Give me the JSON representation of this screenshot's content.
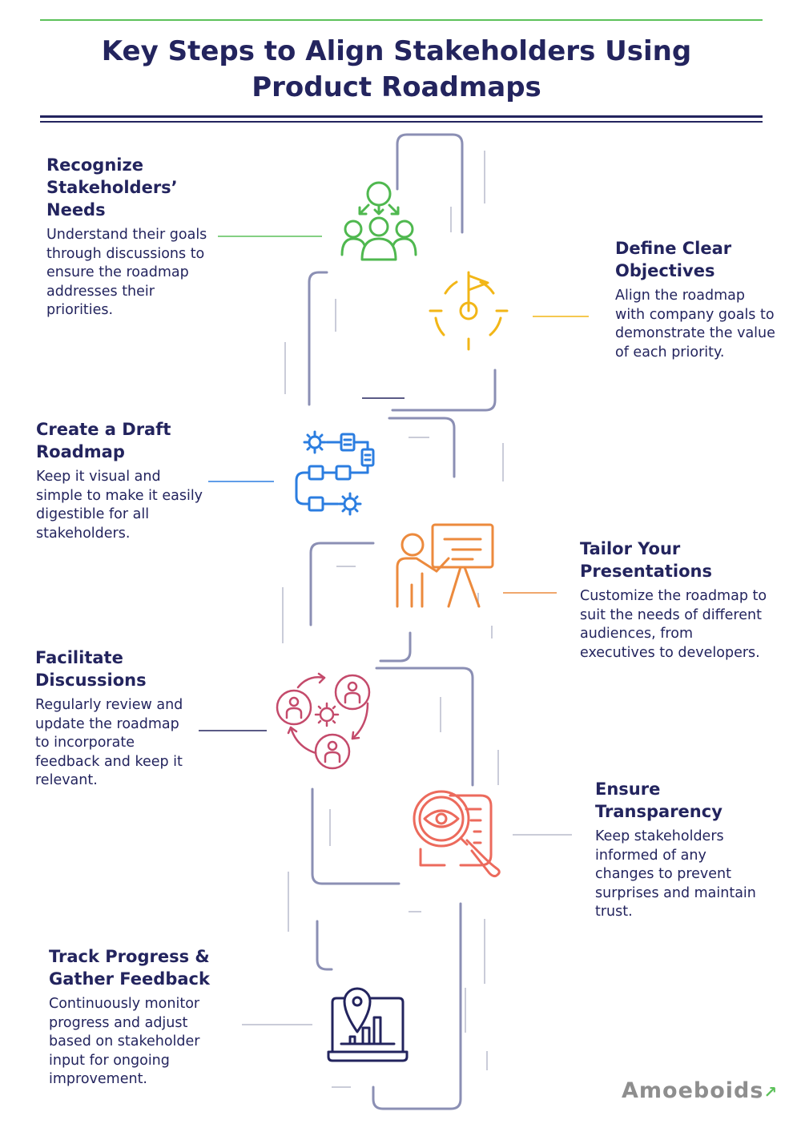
{
  "title": "Key Steps to Align Stakeholders Using Product Roadmaps",
  "steps": [
    {
      "title": "Recognize Stakeholders’ Needs",
      "text": "Understand their goals through discussions to ensure the roadmap addresses their priorities.",
      "icon": "stakeholders-group-icon",
      "color": "#4fb84f"
    },
    {
      "title": "Define Clear Objectives",
      "text": "Align the roadmap with company goals to demonstrate the value of each priority.",
      "icon": "target-flag-icon",
      "color": "#f2b617"
    },
    {
      "title": "Create a Draft Roadmap",
      "text": "Keep it visual and simple to make it easily digestible for all stakeholders.",
      "icon": "workflow-icon",
      "color": "#2b7de0"
    },
    {
      "title": "Tailor Your Presentations",
      "text": "Customize the roadmap to suit the needs of different audiences, from executives to developers.",
      "icon": "presenter-icon",
      "color": "#ec8a3d"
    },
    {
      "title": "Facilitate Discussions",
      "text": "Regularly review and update the roadmap to incorporate feedback and keep it relevant.",
      "icon": "discussion-cycle-icon",
      "color": "#c44a6b"
    },
    {
      "title": "Ensure Transparency",
      "text": "Keep stakeholders informed of any changes to prevent surprises and maintain trust.",
      "icon": "magnifier-eye-icon",
      "color": "#ec6a5c"
    },
    {
      "title": "Track Progress & Gather Feedback",
      "text": "Continuously monitor progress and adjust based on stakeholder input for ongoing improvement.",
      "icon": "laptop-chart-icon",
      "color": "#23245e"
    }
  ],
  "logo": "Amoeboids"
}
